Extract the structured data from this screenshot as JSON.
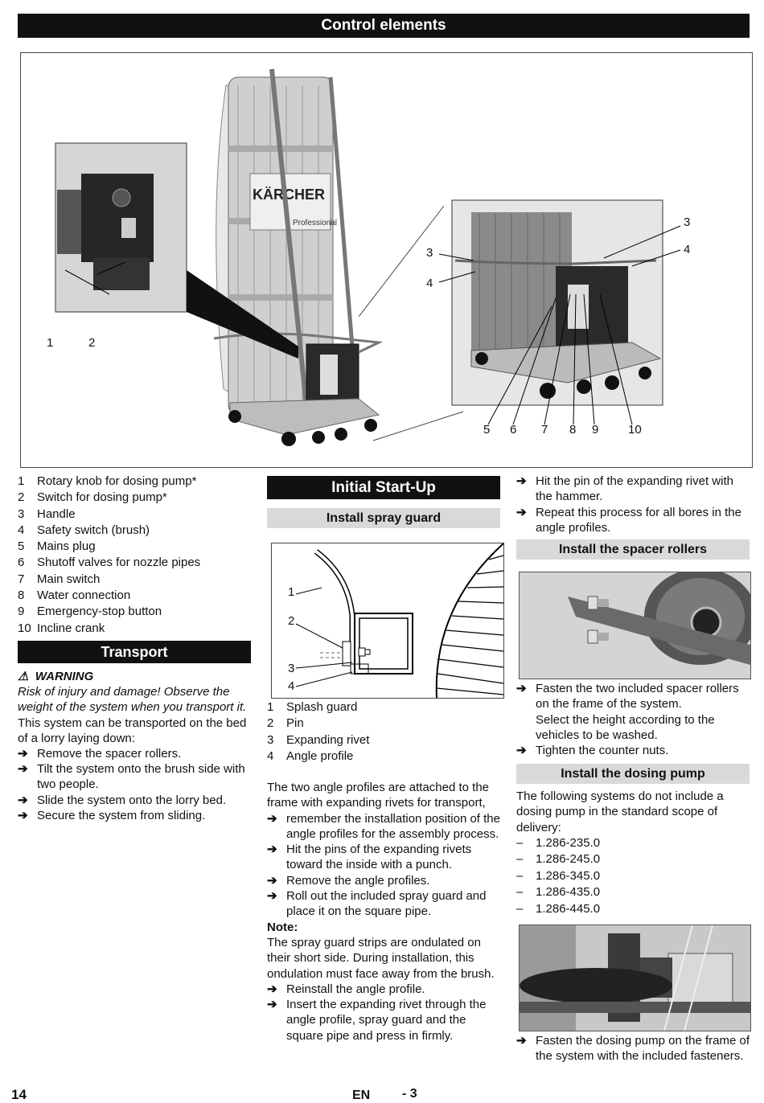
{
  "header": {
    "title": "Control elements"
  },
  "figure": {
    "callouts_left": [
      "1",
      "2"
    ],
    "callouts_right_top": [
      "3",
      "4"
    ],
    "callouts_right_side": [
      "3",
      "4"
    ],
    "callouts_bottom": [
      "5",
      "6",
      "7",
      "8",
      "9",
      "10"
    ],
    "brand_text": "KÄRCHER",
    "brand_sub": "Professional"
  },
  "control_elements": {
    "items": [
      {
        "num": "1",
        "label": "Rotary knob for dosing pump*"
      },
      {
        "num": "2",
        "label": "Switch for dosing pump*"
      },
      {
        "num": "3",
        "label": "Handle"
      },
      {
        "num": "4",
        "label": "Safety switch (brush)"
      },
      {
        "num": "5",
        "label": "Mains plug"
      },
      {
        "num": "6",
        "label": "Shutoff valves for nozzle pipes"
      },
      {
        "num": "7",
        "label": "Main switch"
      },
      {
        "num": "8",
        "label": "Water connection"
      },
      {
        "num": "9",
        "label": "Emergency-stop button"
      },
      {
        "num": "10",
        "label": "Incline crank"
      }
    ]
  },
  "transport": {
    "title": "Transport",
    "warning_label": "WARNING",
    "warning_text": "Risk of injury and damage! Observe the weight of the system when you transport it.",
    "intro": "This system can be transported on the bed of a lorry laying down:",
    "steps": [
      "Remove the spacer rollers.",
      "Tilt the system onto the brush side with two people.",
      "Slide the system onto the lorry bed.",
      "Secure the system from sliding."
    ]
  },
  "initial_startup": {
    "title": "Initial Start-Up",
    "spray_guard": {
      "title": "Install spray guard",
      "fig_labels": [
        "1",
        "2",
        "3",
        "4"
      ],
      "legend": [
        {
          "num": "1",
          "label": "Splash guard"
        },
        {
          "num": "2",
          "label": "Pin"
        },
        {
          "num": "3",
          "label": "Expanding rivet"
        },
        {
          "num": "4",
          "label": "Angle profile"
        }
      ],
      "intro": "The two angle profiles are attached to the frame with expanding rivets for transport,",
      "steps_a": [
        "remember the installation position of the angle profiles for the assembly process.",
        "Hit the pins of the expanding rivets toward the inside with a punch.",
        "Remove the angle profiles.",
        "Roll out the included spray guard and place it on the square pipe."
      ],
      "note_label": "Note:",
      "note_text": "The spray guard strips are ondulated on their short side. During installation, this ondulation must face away from the brush.",
      "steps_b": [
        "Reinstall the angle profile.",
        "Insert the expanding rivet through the angle profile, spray guard and the square pipe and press in firmly."
      ],
      "steps_c": [
        "Hit the pin of the expanding rivet with the hammer.",
        "Repeat this process for all bores in the angle profiles."
      ]
    },
    "spacer_rollers": {
      "title": "Install the spacer rollers",
      "steps": [
        "Fasten the two included spacer rollers on the frame of the system."
      ],
      "extra": "Select the height according to the vehicles to be washed.",
      "steps2": [
        "Tighten the counter nuts."
      ]
    },
    "dosing_pump": {
      "title": "Install the dosing pump",
      "intro": "The following systems do not include a dosing pump in the standard scope of delivery:",
      "models": [
        "1.286-235.0",
        "1.286-245.0",
        "1.286-345.0",
        "1.286-435.0",
        "1.286-445.0"
      ],
      "steps": [
        "Fasten the dosing pump on the frame of the system with the included fasteners."
      ]
    }
  },
  "footer": {
    "page": "14",
    "lang": "EN",
    "sub": "- 3"
  },
  "glyphs": {
    "arrow": "➔",
    "dash": "–",
    "warn": "⚠"
  }
}
